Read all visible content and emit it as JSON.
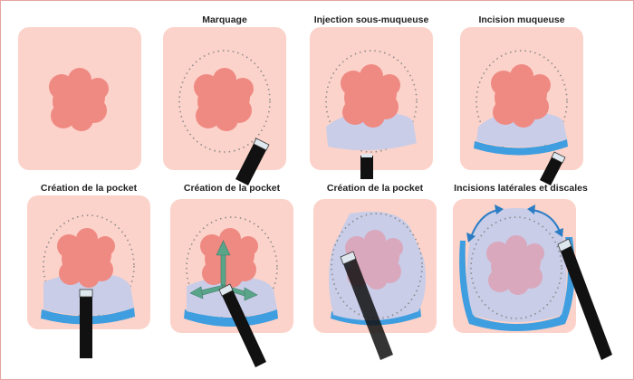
{
  "captions": {
    "p1": "",
    "p2": "Marquage",
    "p3": "Injection sous-muqueuse",
    "p4": "Incision muqueuse",
    "p5": "Création de la pocket",
    "p6": "Création de la pocket",
    "p7": "Création de la pocket",
    "p8": "Incisions latérales et discales"
  },
  "colors": {
    "mucosa": "#fcd3ca",
    "lesion": "#ef8a83",
    "submucosa": "#c9cde8",
    "muscle_edge": "#3f9ee0",
    "marking_dots": "#8a8a8a",
    "scope": "#111111",
    "instrument_tip": "#dfe8ee",
    "force_arrows": "#5aa58a",
    "incision_arrows": "#2a7dc4"
  },
  "icons": [
    "endoscope-icon",
    "knife-tip-icon",
    "dilation-arrows-icon",
    "incision-arrows-icon"
  ]
}
